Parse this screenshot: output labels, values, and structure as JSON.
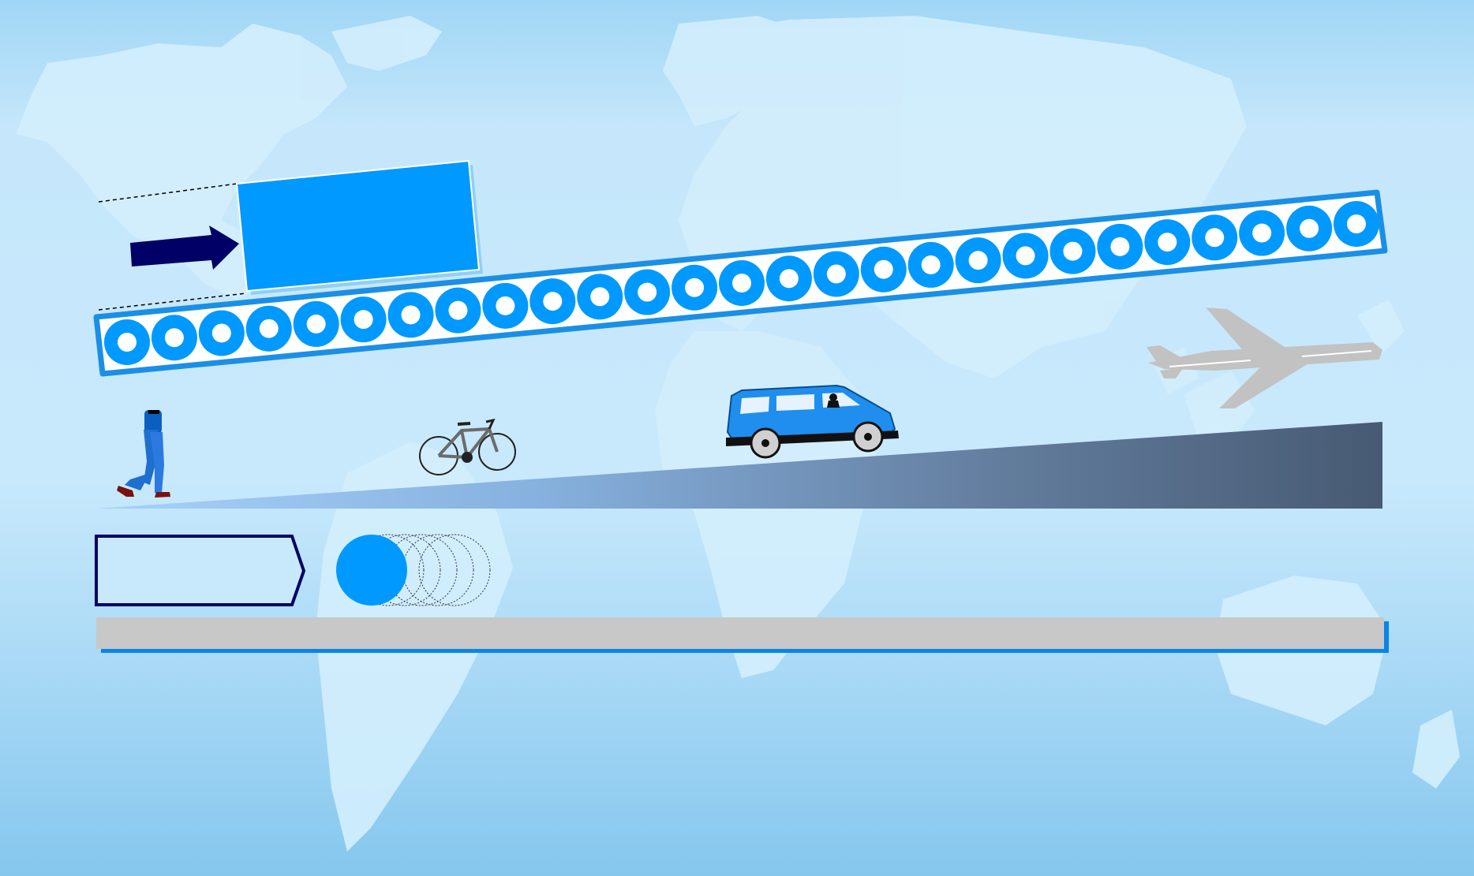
{
  "colors": {
    "sky_top": "#c6e7fb",
    "sky_bottom": "#8ccbef",
    "land": "#d3eefd",
    "accent_blue": "#0099ff",
    "navy": "#000066",
    "roller_border": "#1a8fe6",
    "ramp_start": "#9dcbf5",
    "ramp_end": "#485a72",
    "gray_bar": "#c8c8c8",
    "plane_gray": "#c2c2c2"
  },
  "icons": {
    "background": "world-map-icon",
    "walker": "walking-person-icon",
    "bicycle": "bicycle-icon",
    "car": "minivan-icon",
    "plane": "airplane-icon",
    "arrow": "right-arrow-icon"
  },
  "conveyor": {
    "roller_count": 27
  },
  "speed_ramp": {
    "stages": [
      "walking",
      "bicycle",
      "car",
      "airplane"
    ]
  },
  "motion_trail": {
    "ghost_count": 5
  }
}
